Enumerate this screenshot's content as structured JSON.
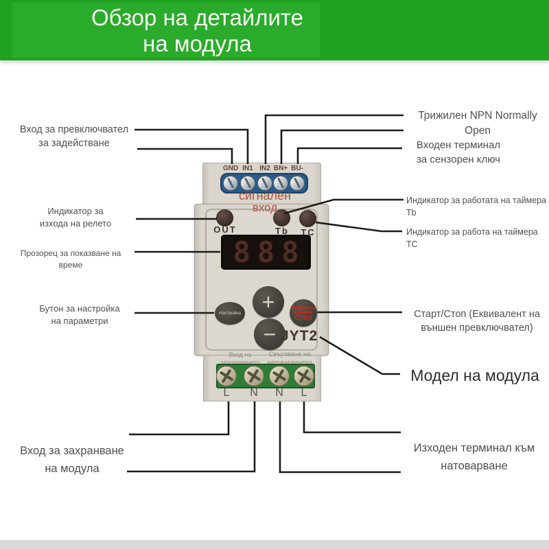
{
  "title": {
    "line1": "Обзор на детайлите",
    "line2": "на модула"
  },
  "colors": {
    "banner_green": "#21a121",
    "device_body": "#dad5cd",
    "signal_terminal_blue": "#2a5a86",
    "power_terminal_green": "#2e7d35",
    "device_red_text": "#c32a1c",
    "signal_caption_red": "#ad5340",
    "label_gray": "#4f4f4f"
  },
  "device": {
    "model": "JYT2",
    "top_terminal_labels": [
      "GND",
      "IN1",
      "IN2",
      "BN+",
      "BU-"
    ],
    "signal_input_caption": {
      "line1": "сигнален",
      "line2": "вход"
    },
    "led_labels": [
      "OUT",
      "Tb",
      "TC"
    ],
    "display_value": "888",
    "buttons": {
      "plus": "+",
      "minus": "−",
      "settings": "Настройка",
      "flash_stop": {
        "line1": "Мигване",
        "line2": "Стоп"
      }
    },
    "bottom_section_labels": [
      {
        "line1": "Вход на",
        "line2": "захранването"
      },
      {
        "line1": "Свързване на",
        "line2": "натоварването"
      }
    ],
    "bottom_terminal_labels": [
      "L",
      "N",
      "N",
      "L"
    ]
  },
  "callouts": {
    "trigger_switch": {
      "line1": "Вход за превключвател",
      "line2": "за задействане"
    },
    "relay_output": {
      "line1": "Индикатор за",
      "line2": "изхода на релето"
    },
    "time_window": "Прозорец за показване на време",
    "settings_button": {
      "line1": "Бутон за настройка",
      "line2": "на параметри"
    },
    "power_input": {
      "line1": "Вход за захранване",
      "line2": "на модула"
    },
    "npn": {
      "line1": "Трижилен NPN Normally",
      "line2": "Open"
    },
    "sensor_terminal": {
      "line1": "Входен терминал",
      "line2": "за сензорен ключ"
    },
    "tb_indicator": "Индикатор за работата на таймера Tb",
    "tc_indicator": "Индикатор за работа на таймера TC",
    "start_stop": {
      "line1": "Старт/Стоп (Еквивалент на",
      "line2": "външен превключвател)"
    },
    "model": "Модел на модула",
    "load_terminal": {
      "line1": "Изходен терминал към",
      "line2": "натоварване"
    }
  }
}
